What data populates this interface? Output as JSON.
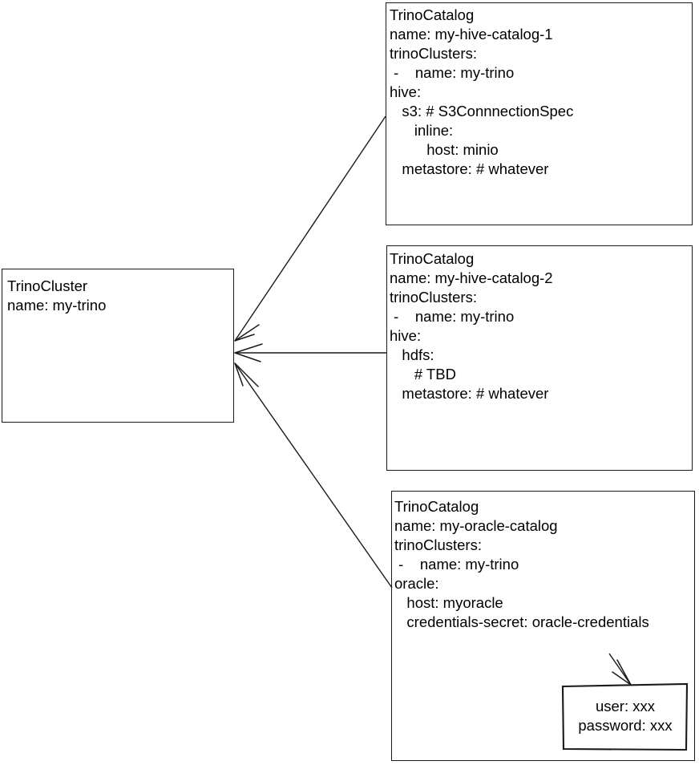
{
  "diagram": {
    "title": "TrinoCluster and TrinoCatalog relationship diagram",
    "stroke_color": "#1a1a1a",
    "background_color": "#ffffff"
  },
  "cluster": {
    "kind": "TrinoCluster",
    "lines": [
      "TrinoCluster",
      "name: my-trino"
    ],
    "text": "TrinoCluster\nname: my-trino"
  },
  "catalogs": [
    {
      "kind": "TrinoCatalog",
      "name": "my-hive-catalog-1",
      "connector": "hive",
      "lines": [
        "TrinoCatalog",
        "name: my-hive-catalog-1",
        "trinoClusters:",
        " -    name: my-trino",
        "hive:",
        "   s3: # S3ConnnectionSpec",
        "      inline:",
        "         host: minio",
        "   metastore: # whatever"
      ],
      "text": "TrinoCatalog\nname: my-hive-catalog-1\ntrinoClusters:\n -    name: my-trino\nhive:\n   s3: # S3ConnnectionSpec\n      inline:\n         host: minio\n   metastore: # whatever"
    },
    {
      "kind": "TrinoCatalog",
      "name": "my-hive-catalog-2",
      "connector": "hive",
      "lines": [
        "TrinoCatalog",
        "name: my-hive-catalog-2",
        "trinoClusters:",
        " -    name: my-trino",
        "hive:",
        "   hdfs:",
        "      # TBD",
        "   metastore: # whatever"
      ],
      "text": "TrinoCatalog\nname: my-hive-catalog-2\ntrinoClusters:\n -    name: my-trino\nhive:\n   hdfs:\n      # TBD\n   metastore: # whatever"
    },
    {
      "kind": "TrinoCatalog",
      "name": "my-oracle-catalog",
      "connector": "oracle",
      "lines": [
        "TrinoCatalog",
        "name: my-oracle-catalog",
        "trinoClusters:",
        " -    name: my-trino",
        "oracle:",
        "   host: myoracle",
        "   credentials-secret: oracle-credentials"
      ],
      "text": "TrinoCatalog\nname: my-oracle-catalog\ntrinoClusters:\n -    name: my-trino\noracle:\n   host: myoracle\n   credentials-secret: oracle-credentials"
    }
  ],
  "credentials_secret": {
    "lines": [
      "user: xxx",
      "password: xxx"
    ],
    "text": "user: xxx\npassword: xxx"
  },
  "connections": [
    {
      "from": "my-hive-catalog-1",
      "to": "my-trino",
      "style": "diagonal-arrow"
    },
    {
      "from": "my-hive-catalog-2",
      "to": "my-trino",
      "style": "horizontal-arrow"
    },
    {
      "from": "my-oracle-catalog",
      "to": "my-trino",
      "style": "diagonal-arrow"
    },
    {
      "from": "credentials-secret-reference",
      "to": "credentials-secret-box",
      "style": "short-arrow"
    }
  ]
}
